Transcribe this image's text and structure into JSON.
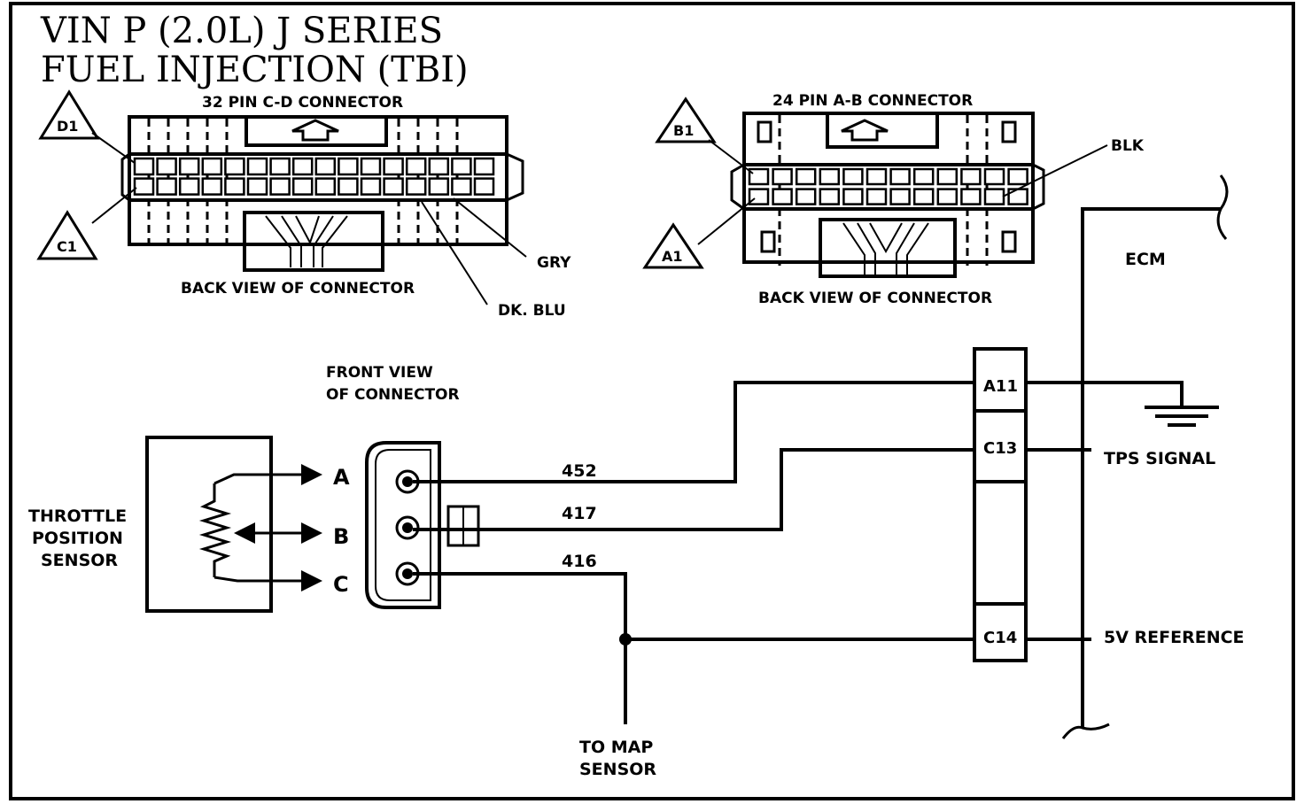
{
  "title": {
    "line1": "VIN P (2.0L) J SERIES",
    "line2": "FUEL INJECTION (TBI)"
  },
  "connector_cd": {
    "caption": "32 PIN C-D CONNECTOR",
    "back_view_label": "BACK VIEW OF CONNECTOR",
    "pin_d1": "D1",
    "pin_c1": "C1",
    "wire_gry": "GRY",
    "wire_dkblu": "DK. BLU"
  },
  "connector_ab": {
    "caption": "24 PIN A-B CONNECTOR",
    "back_view_label": "BACK VIEW OF CONNECTOR",
    "pin_b1": "B1",
    "pin_a1": "A1",
    "wire_blk": "BLK"
  },
  "sensor": {
    "line1": "THROTTLE",
    "line2": "POSITION",
    "line3": "SENSOR",
    "term_a": "A",
    "term_b": "B",
    "term_c": "C"
  },
  "front_view": {
    "line1": "FRONT VIEW",
    "line2": "OF CONNECTOR"
  },
  "wires": {
    "w452": "452",
    "w417": "417",
    "w416": "416"
  },
  "ecm": {
    "label": "ECM",
    "pin_a11": "A11",
    "pin_c13": "C13",
    "pin_c14": "C14",
    "tps_signal": "TPS SIGNAL",
    "ref_5v": "5V REFERENCE"
  },
  "map": {
    "line1": "TO MAP",
    "line2": "SENSOR"
  }
}
